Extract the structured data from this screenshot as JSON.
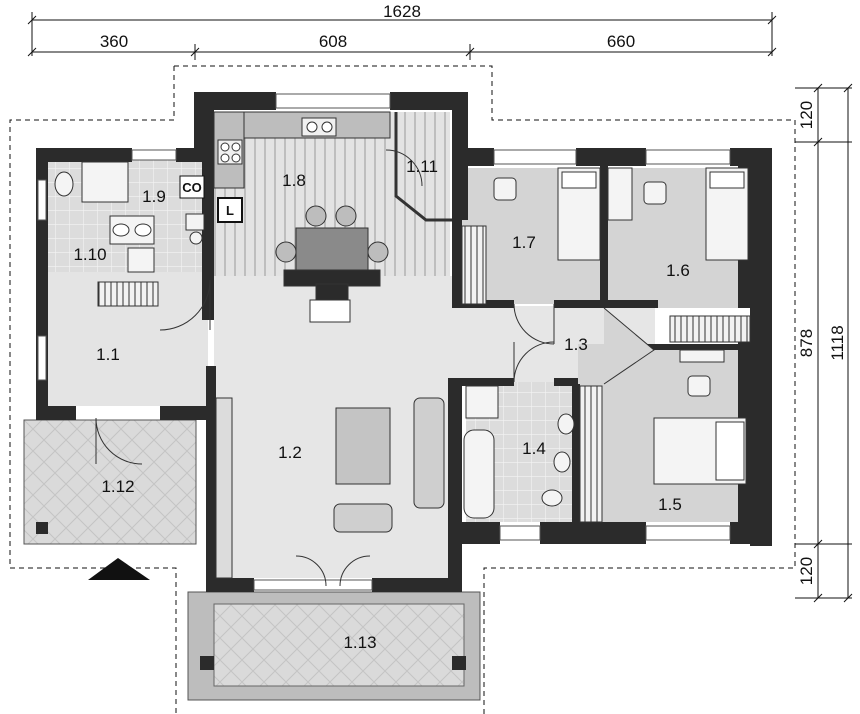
{
  "dimensions": {
    "total_width": "1628",
    "segment_left": "360",
    "segment_middle": "608",
    "segment_right": "660",
    "top_offset": "120",
    "bottom_offset": "120",
    "inner_depth": "878",
    "total_depth": "1118"
  },
  "rooms": {
    "r1_1": "1.1",
    "r1_2": "1.2",
    "r1_3": "1.3",
    "r1_4": "1.4",
    "r1_5": "1.5",
    "r1_6": "1.6",
    "r1_7": "1.7",
    "r1_8": "1.8",
    "r1_9": "1.9",
    "r1_10": "1.10",
    "r1_11": "1.11",
    "r1_12": "1.12",
    "r1_13": "1.13"
  },
  "tags": {
    "boiler": "CO",
    "laundry": "L"
  },
  "colors": {
    "wall": "#2b2b2b",
    "floor_light": "#e6e6e6",
    "floor_grey": "#cfcfcf",
    "tile": "#d9d9d9",
    "furniture": "#bcbcbc"
  }
}
